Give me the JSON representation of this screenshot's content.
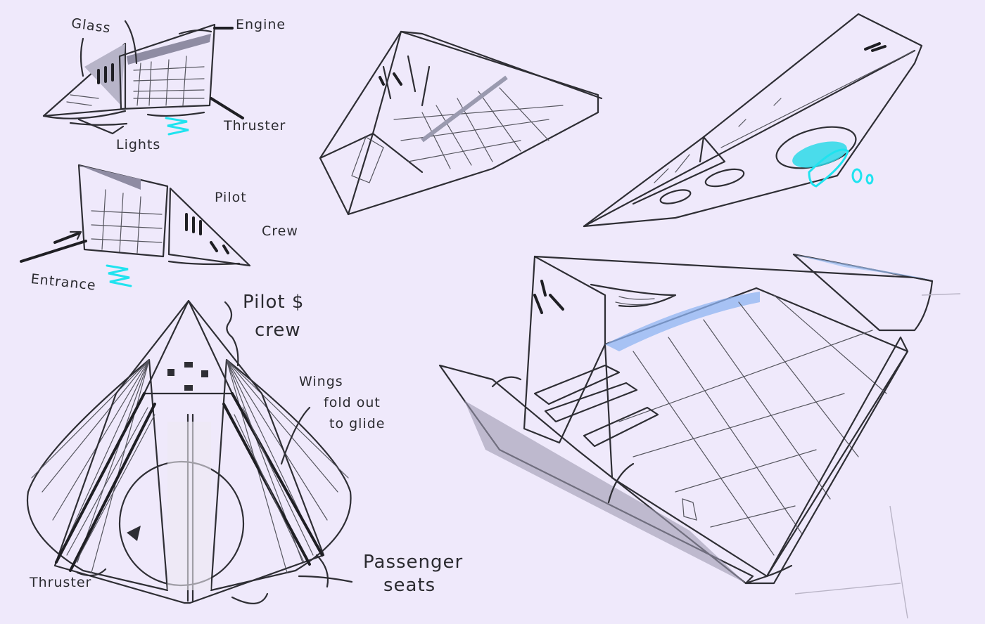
{
  "sheet": {
    "background_color": "#efe9fb",
    "ink_color": "#2e2e34",
    "glass_color": "#dbe6fb",
    "panel_color": "#b9b6c9",
    "thruster_color": "#1fe3ef"
  },
  "labels": {
    "glass": "Glass",
    "engine": "Engine",
    "thruster_side": "Thruster",
    "lights": "Lights",
    "pilot": "Pilot",
    "crew": "Crew",
    "entrance": "Entrance",
    "pilot_crew_line1": "Pilot $",
    "pilot_crew_line2": "crew",
    "wings_line1": "Wings",
    "wings_line2": "fold out",
    "wings_line3": "to glide",
    "thruster_top": "Thruster",
    "passenger_line1": "Passenger",
    "passenger_line2": "seats"
  },
  "sketches": [
    {
      "name": "side-view-upper",
      "icon": "ship-side-icon"
    },
    {
      "name": "side-view-lower",
      "icon": "ship-side-icon"
    },
    {
      "name": "top-view",
      "icon": "ship-top-icon"
    },
    {
      "name": "perspective-front",
      "icon": "ship-perspective-icon"
    },
    {
      "name": "perspective-underside",
      "icon": "ship-underside-icon"
    },
    {
      "name": "perspective-open",
      "icon": "ship-open-wings-icon"
    }
  ]
}
